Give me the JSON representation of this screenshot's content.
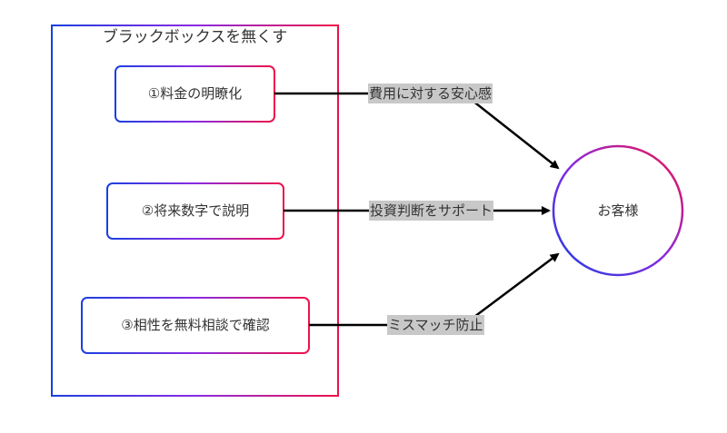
{
  "diagram": {
    "group_title": "ブラックボックスを無くす",
    "nodes": [
      {
        "id": "n1",
        "label": "①料金の明瞭化"
      },
      {
        "id": "n2",
        "label": "②将来数字で説明"
      },
      {
        "id": "n3",
        "label": "③相性を無料相談で確認"
      }
    ],
    "customer": {
      "label": "お客様"
    },
    "edges": [
      {
        "from": "n1",
        "to": "customer",
        "label": "費用に対する安心感"
      },
      {
        "from": "n2",
        "to": "customer",
        "label": "投資判断をサポート"
      },
      {
        "from": "n3",
        "to": "customer",
        "label": "ミスマッチ防止"
      }
    ],
    "colors": {
      "gradient_start": "#1a3fe0",
      "gradient_mid": "#8a2be2",
      "gradient_end": "#ef1249",
      "line": "#000000",
      "label_bg": "#c8c8c8",
      "text": "#333333"
    }
  }
}
